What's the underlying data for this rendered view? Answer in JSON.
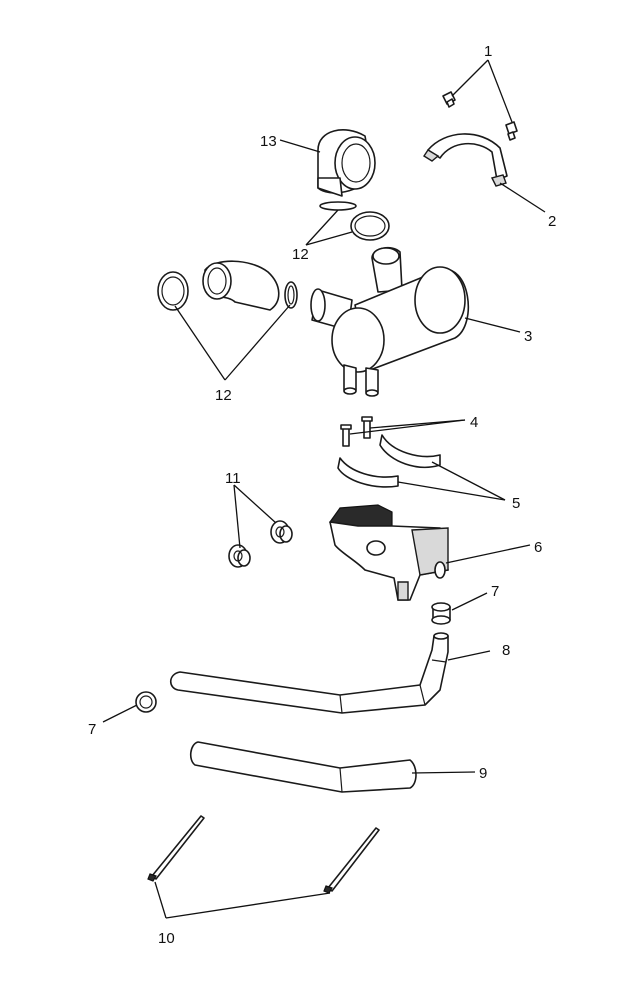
{
  "callouts": {
    "c1": "1",
    "c2": "2",
    "c3": "3",
    "c4": "4",
    "c5": "5",
    "c6": "6",
    "c7a": "7",
    "c7b": "7",
    "c8": "8",
    "c9": "9",
    "c10": "10",
    "c11": "11",
    "c12a": "12",
    "c12b": "12",
    "c13": "13"
  }
}
